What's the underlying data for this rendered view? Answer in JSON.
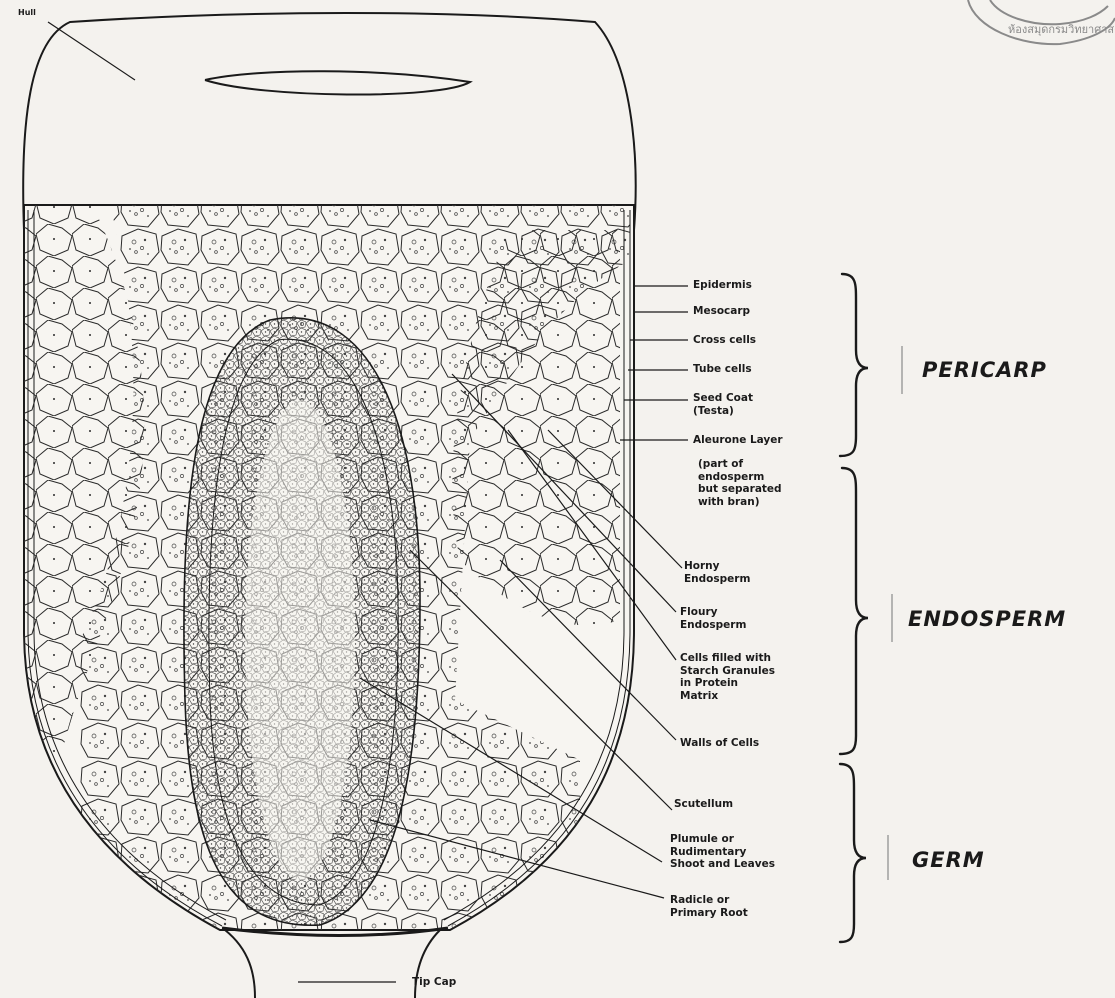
{
  "labels": {
    "hull": "Hull",
    "epidermis": "Epidermis",
    "mesocarp": "Mesocarp",
    "cross_cells": "Cross cells",
    "tube_cells": "Tube cells",
    "seed_coat": "Seed Coat\n(Testa)",
    "aleurone_layer": "Aleurone Layer",
    "aleurone_note": "(part of\nendosperm\nbut separated\nwith bran)",
    "horny_endosperm": "Horny\nEndosperm",
    "floury_endosperm": "Floury\nEndosperm",
    "starch_cells": "Cells filled with\nStarch Granules\nin Protein\nMatrix",
    "cell_walls": "Walls of Cells",
    "scutellum": "Scutellum",
    "plumule": "Plumule or\nRudimentary\nShoot and Leaves",
    "radicle": "Radicle or\nPrimary Root",
    "tip_cap": "Tip Cap"
  },
  "sections": {
    "pericarp": "PERICARP",
    "endosperm": "ENDOSPERM",
    "germ": "GERM"
  },
  "stamp_text": "ห้องสมุดกรมวิทยาศาสตร์บริการ"
}
